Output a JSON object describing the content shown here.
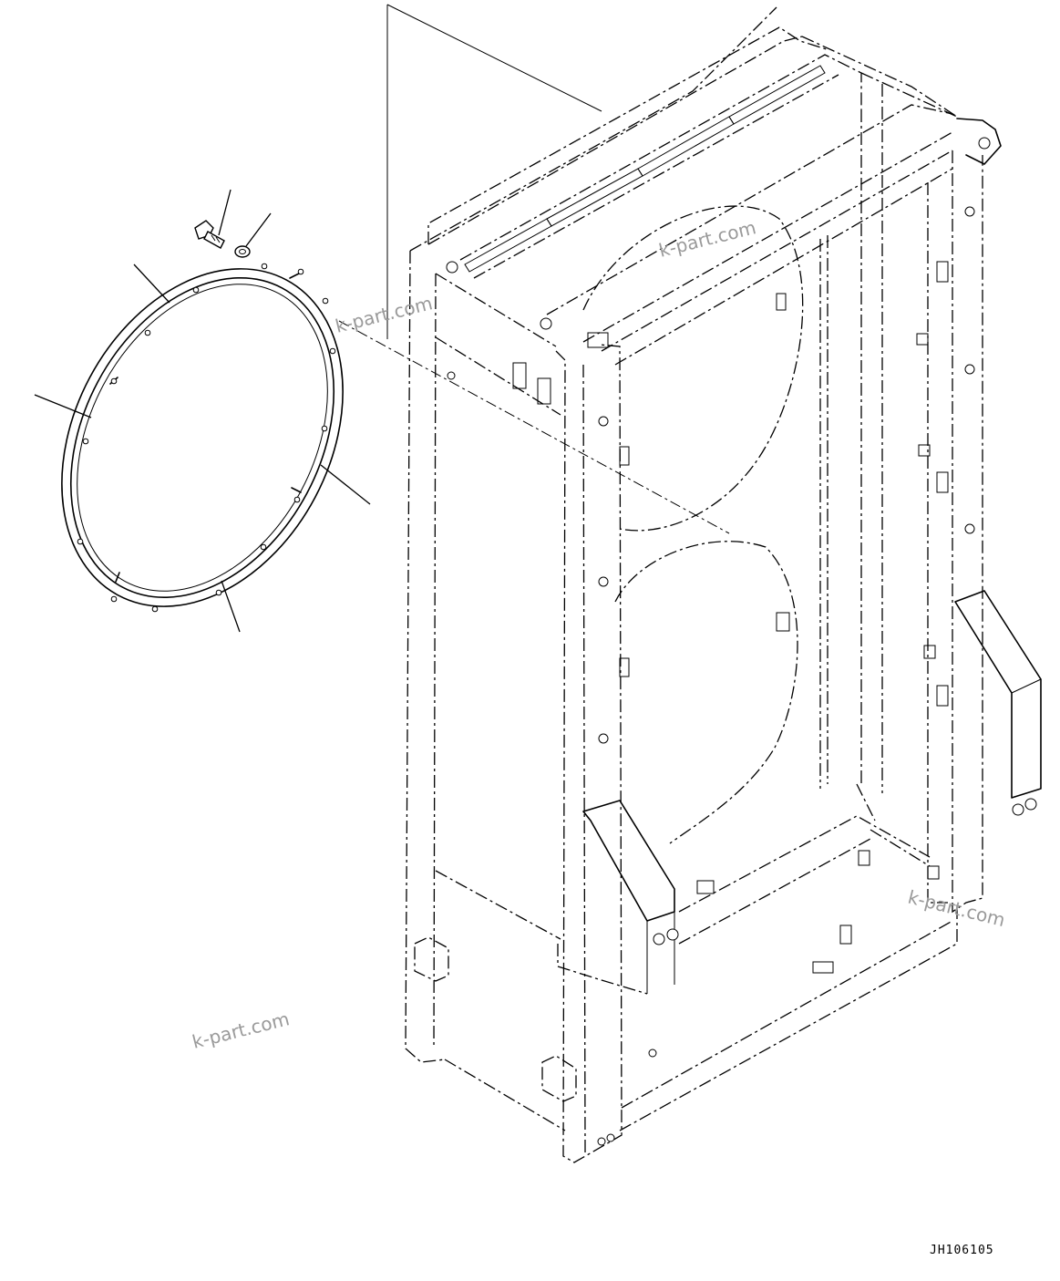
{
  "drawing": {
    "part_code": "JH106105",
    "watermarks": [
      "k-part.com",
      "k-part.com",
      "k-part.com",
      "k-part.com"
    ]
  }
}
